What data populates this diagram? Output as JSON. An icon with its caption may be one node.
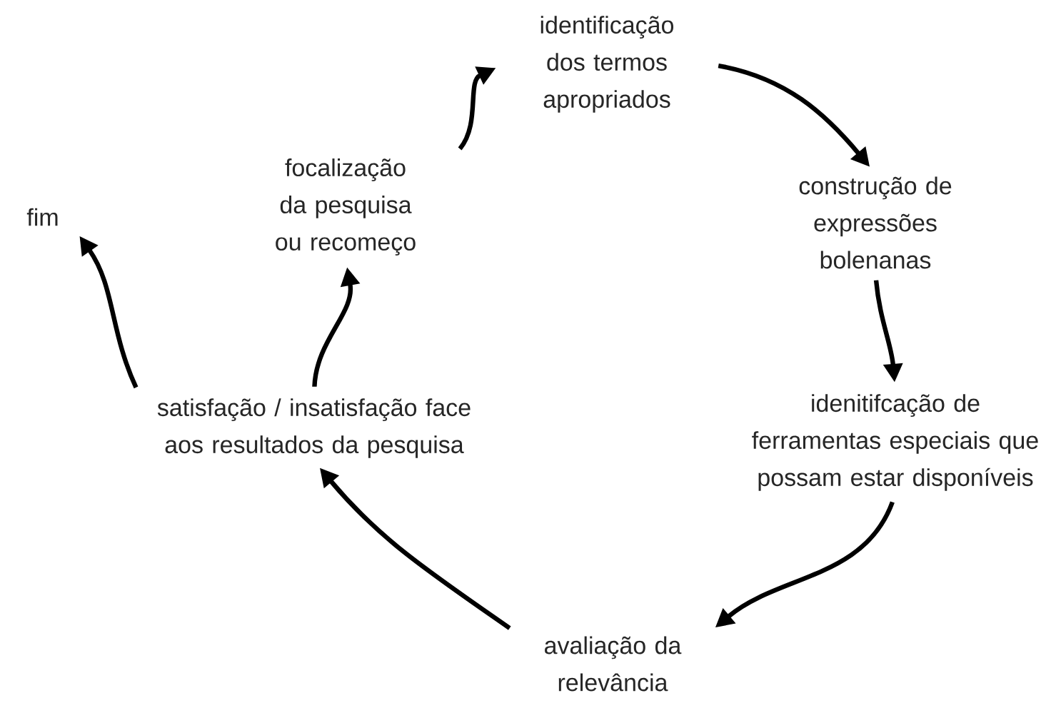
{
  "diagram": {
    "nodes": [
      {
        "text": [
          "identificação dos termos apropriados"
        ]
      },
      {
        "text": [
          "construção de expressões bolenanas"
        ]
      },
      {
        "text": [
          "idenitifcação de ferramentas especiais que possam estar disponíveis"
        ]
      },
      {
        "text": [
          "avaliação da relevância"
        ]
      },
      {
        "text": [
          "satisfação / insatisfação face aos resultados da pesquisa"
        ]
      },
      {
        "text": [
          "focalização da pesquisa ou recomeço"
        ]
      },
      {
        "text": [
          "fim"
        ]
      }
    ],
    "edges": [
      {
        "from": 0,
        "to": 1,
        "arrow": "to"
      },
      {
        "from": 1,
        "to": 2,
        "arrow": "to"
      },
      {
        "from": 2,
        "to": 3,
        "arrow": "to"
      },
      {
        "from": 3,
        "to": 4,
        "arrow": "to"
      },
      {
        "from": 4,
        "to": 5,
        "arrow": "to"
      },
      {
        "from": 5,
        "to": 0,
        "arrow": "to"
      },
      {
        "from": 4,
        "to": 6,
        "arrow": "to"
      }
    ]
  }
}
